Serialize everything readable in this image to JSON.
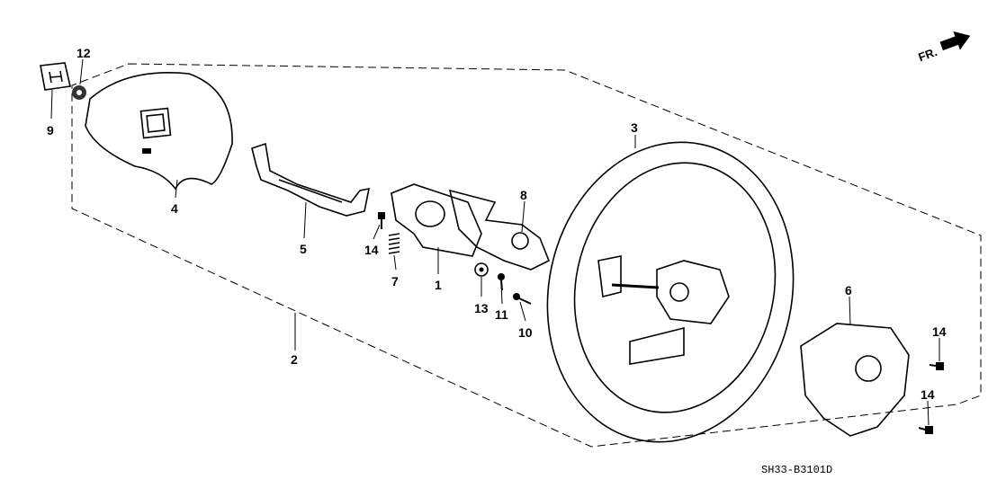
{
  "diagram": {
    "direction_label": "FR.",
    "drawing_code": "SH33-B3101D",
    "callouts": [
      {
        "id": "12",
        "part": "nut"
      },
      {
        "id": "9",
        "part": "emblem"
      },
      {
        "id": "4",
        "part": "airbag-cover"
      },
      {
        "id": "5",
        "part": "bracket"
      },
      {
        "id": "14",
        "part": "bolt"
      },
      {
        "id": "7",
        "part": "spring"
      },
      {
        "id": "1",
        "part": "switch-assembly"
      },
      {
        "id": "8",
        "part": "switch-housing"
      },
      {
        "id": "13",
        "part": "washer"
      },
      {
        "id": "11",
        "part": "screw"
      },
      {
        "id": "10",
        "part": "screw"
      },
      {
        "id": "3",
        "part": "steering-wheel"
      },
      {
        "id": "2",
        "part": "assembly"
      },
      {
        "id": "6",
        "part": "rear-cover"
      },
      {
        "id": "14b",
        "label": "14",
        "part": "bolt"
      },
      {
        "id": "14c",
        "label": "14",
        "part": "bolt"
      }
    ]
  }
}
